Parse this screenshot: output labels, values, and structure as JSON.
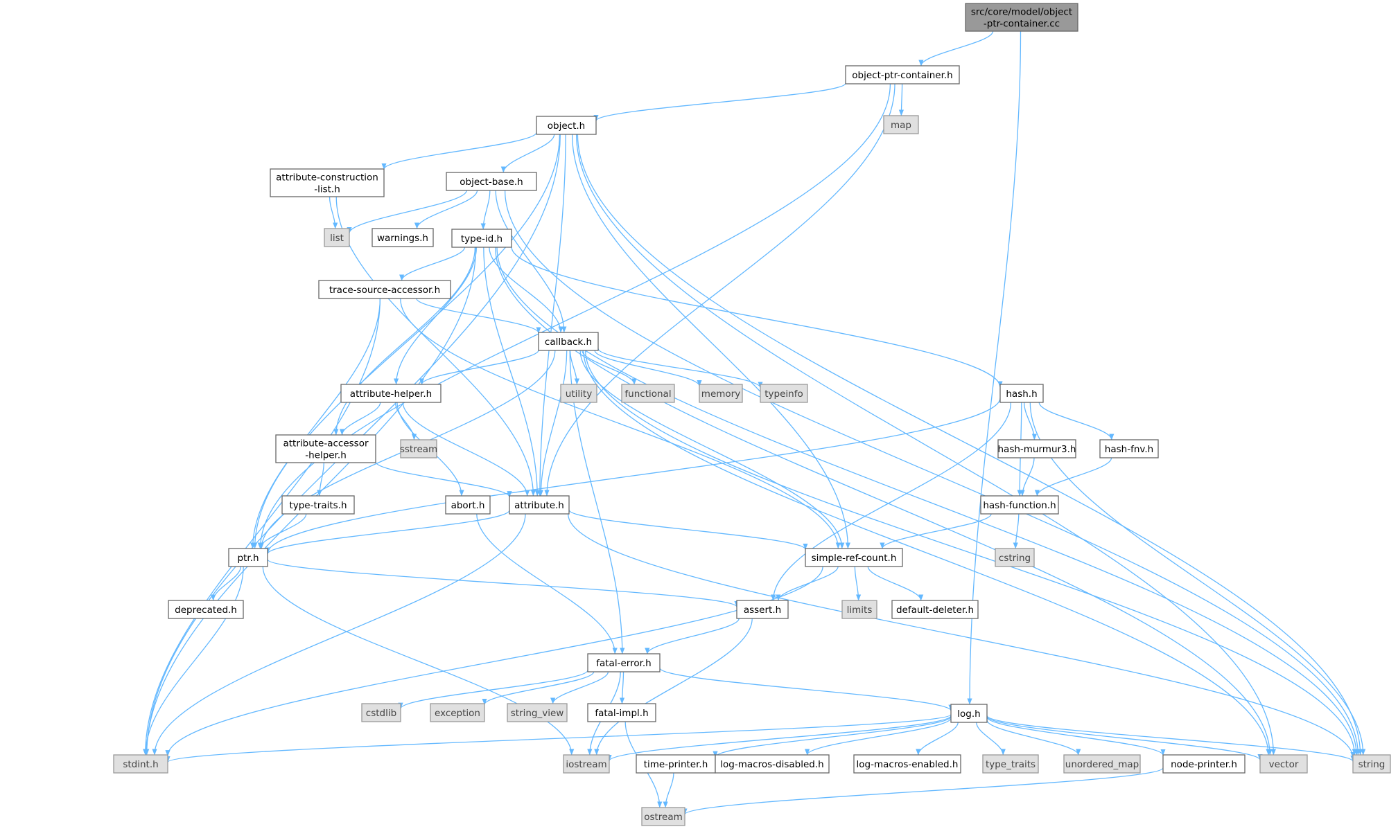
{
  "colors": {
    "edge": "#63b8ff",
    "node_fill": "#ffffff",
    "node_border": "#666666",
    "system_fill": "#e0e0e0",
    "system_border": "#999999",
    "root_fill": "#999999",
    "text": "#000000"
  },
  "nodes": [
    {
      "id": "root",
      "lines": [
        "src/core/model/object",
        "-ptr-container.cc"
      ],
      "kind": "root"
    },
    {
      "id": "opch",
      "lines": [
        "object-ptr-container.h"
      ],
      "kind": "internal"
    },
    {
      "id": "map",
      "lines": [
        "map"
      ],
      "kind": "system"
    },
    {
      "id": "objecth",
      "lines": [
        "object.h"
      ],
      "kind": "internal"
    },
    {
      "id": "acl",
      "lines": [
        "attribute-construction",
        "-list.h"
      ],
      "kind": "internal"
    },
    {
      "id": "objbase",
      "lines": [
        "object-base.h"
      ],
      "kind": "internal"
    },
    {
      "id": "list",
      "lines": [
        "list"
      ],
      "kind": "system"
    },
    {
      "id": "warnings",
      "lines": [
        "warnings.h"
      ],
      "kind": "internal"
    },
    {
      "id": "typeid",
      "lines": [
        "type-id.h"
      ],
      "kind": "internal"
    },
    {
      "id": "tsa",
      "lines": [
        "trace-source-accessor.h"
      ],
      "kind": "internal"
    },
    {
      "id": "callback",
      "lines": [
        "callback.h"
      ],
      "kind": "internal"
    },
    {
      "id": "utility",
      "lines": [
        "utility"
      ],
      "kind": "system"
    },
    {
      "id": "functional",
      "lines": [
        "functional"
      ],
      "kind": "system"
    },
    {
      "id": "memory",
      "lines": [
        "memory"
      ],
      "kind": "system"
    },
    {
      "id": "typeinfo",
      "lines": [
        "typeinfo"
      ],
      "kind": "system"
    },
    {
      "id": "hash",
      "lines": [
        "hash.h"
      ],
      "kind": "internal"
    },
    {
      "id": "ahelper",
      "lines": [
        "attribute-helper.h"
      ],
      "kind": "internal"
    },
    {
      "id": "sstream",
      "lines": [
        "sstream"
      ],
      "kind": "system"
    },
    {
      "id": "aah",
      "lines": [
        "attribute-accessor",
        "-helper.h"
      ],
      "kind": "internal"
    },
    {
      "id": "murmur",
      "lines": [
        "hash-murmur3.h"
      ],
      "kind": "internal"
    },
    {
      "id": "fnv",
      "lines": [
        "hash-fnv.h"
      ],
      "kind": "internal"
    },
    {
      "id": "ttraits",
      "lines": [
        "type-traits.h"
      ],
      "kind": "internal"
    },
    {
      "id": "abort",
      "lines": [
        "abort.h"
      ],
      "kind": "internal"
    },
    {
      "id": "attribute",
      "lines": [
        "attribute.h"
      ],
      "kind": "internal"
    },
    {
      "id": "hashfn",
      "lines": [
        "hash-function.h"
      ],
      "kind": "internal"
    },
    {
      "id": "ptr",
      "lines": [
        "ptr.h"
      ],
      "kind": "internal"
    },
    {
      "id": "src",
      "lines": [
        "simple-ref-count.h"
      ],
      "kind": "internal"
    },
    {
      "id": "cstring",
      "lines": [
        "cstring"
      ],
      "kind": "system"
    },
    {
      "id": "deprecated",
      "lines": [
        "deprecated.h"
      ],
      "kind": "internal"
    },
    {
      "id": "limits",
      "lines": [
        "limits"
      ],
      "kind": "system"
    },
    {
      "id": "deleter",
      "lines": [
        "default-deleter.h"
      ],
      "kind": "internal"
    },
    {
      "id": "assert",
      "lines": [
        "assert.h"
      ],
      "kind": "internal"
    },
    {
      "id": "fatalerr",
      "lines": [
        "fatal-error.h"
      ],
      "kind": "internal"
    },
    {
      "id": "cstdlib",
      "lines": [
        "cstdlib"
      ],
      "kind": "system"
    },
    {
      "id": "exception",
      "lines": [
        "exception"
      ],
      "kind": "system"
    },
    {
      "id": "stringview",
      "lines": [
        "string_view"
      ],
      "kind": "system"
    },
    {
      "id": "fatalimpl",
      "lines": [
        "fatal-impl.h"
      ],
      "kind": "internal"
    },
    {
      "id": "log",
      "lines": [
        "log.h"
      ],
      "kind": "internal"
    },
    {
      "id": "stdint",
      "lines": [
        "stdint.h"
      ],
      "kind": "system"
    },
    {
      "id": "iostream",
      "lines": [
        "iostream"
      ],
      "kind": "system"
    },
    {
      "id": "timeprinter",
      "lines": [
        "time-printer.h"
      ],
      "kind": "internal"
    },
    {
      "id": "lmd",
      "lines": [
        "log-macros-disabled.h"
      ],
      "kind": "internal"
    },
    {
      "id": "lme",
      "lines": [
        "log-macros-enabled.h"
      ],
      "kind": "internal"
    },
    {
      "id": "typetraits",
      "lines": [
        "type_traits"
      ],
      "kind": "system"
    },
    {
      "id": "umap",
      "lines": [
        "unordered_map"
      ],
      "kind": "system"
    },
    {
      "id": "nodeprinter",
      "lines": [
        "node-printer.h"
      ],
      "kind": "internal"
    },
    {
      "id": "vector",
      "lines": [
        "vector"
      ],
      "kind": "system"
    },
    {
      "id": "string",
      "lines": [
        "string"
      ],
      "kind": "system"
    },
    {
      "id": "ostream",
      "lines": [
        "ostream"
      ],
      "kind": "system"
    }
  ],
  "edges": [
    [
      "root",
      "opch"
    ],
    [
      "root",
      "log"
    ],
    [
      "opch",
      "map"
    ],
    [
      "opch",
      "objecth"
    ],
    [
      "opch",
      "ptr"
    ],
    [
      "opch",
      "attribute"
    ],
    [
      "objecth",
      "acl"
    ],
    [
      "objecth",
      "objbase"
    ],
    [
      "objecth",
      "attribute"
    ],
    [
      "objecth",
      "ptr"
    ],
    [
      "objecth",
      "src"
    ],
    [
      "objecth",
      "stdint"
    ],
    [
      "objecth",
      "string"
    ],
    [
      "objecth",
      "vector"
    ],
    [
      "acl",
      "list"
    ],
    [
      "acl",
      "attribute"
    ],
    [
      "objbase",
      "list"
    ],
    [
      "objbase",
      "warnings"
    ],
    [
      "objbase",
      "typeid"
    ],
    [
      "objbase",
      "callback"
    ],
    [
      "objbase",
      "string"
    ],
    [
      "typeid",
      "tsa"
    ],
    [
      "typeid",
      "callback"
    ],
    [
      "typeid",
      "ahelper"
    ],
    [
      "typeid",
      "aah"
    ],
    [
      "typeid",
      "attribute"
    ],
    [
      "typeid",
      "hash"
    ],
    [
      "typeid",
      "stdint"
    ],
    [
      "typeid",
      "string"
    ],
    [
      "typeid",
      "vector"
    ],
    [
      "tsa",
      "callback"
    ],
    [
      "tsa",
      "ptr"
    ],
    [
      "tsa",
      "src"
    ],
    [
      "tsa",
      "stdint"
    ],
    [
      "callback",
      "utility"
    ],
    [
      "callback",
      "functional"
    ],
    [
      "callback",
      "memory"
    ],
    [
      "callback",
      "typeinfo"
    ],
    [
      "callback",
      "ahelper"
    ],
    [
      "callback",
      "attribute"
    ],
    [
      "callback",
      "ptr"
    ],
    [
      "callback",
      "src"
    ],
    [
      "callback",
      "fatalerr"
    ],
    [
      "callback",
      "string"
    ],
    [
      "callback",
      "vector"
    ],
    [
      "ahelper",
      "sstream"
    ],
    [
      "ahelper",
      "aah"
    ],
    [
      "ahelper",
      "abort"
    ],
    [
      "ahelper",
      "attribute"
    ],
    [
      "aah",
      "ttraits"
    ],
    [
      "aah",
      "attribute"
    ],
    [
      "ttraits",
      "ptr"
    ],
    [
      "hash",
      "murmur"
    ],
    [
      "hash",
      "fnv"
    ],
    [
      "hash",
      "hashfn"
    ],
    [
      "hash",
      "assert"
    ],
    [
      "hash",
      "ptr"
    ],
    [
      "hash",
      "string"
    ],
    [
      "murmur",
      "hashfn"
    ],
    [
      "fnv",
      "hashfn"
    ],
    [
      "hashfn",
      "cstring"
    ],
    [
      "hashfn",
      "src"
    ],
    [
      "abort",
      "fatalerr"
    ],
    [
      "attribute",
      "ptr"
    ],
    [
      "attribute",
      "src"
    ],
    [
      "attribute",
      "stdint"
    ],
    [
      "attribute",
      "string"
    ],
    [
      "ptr",
      "deprecated"
    ],
    [
      "ptr",
      "assert"
    ],
    [
      "ptr",
      "stdint"
    ],
    [
      "ptr",
      "iostream"
    ],
    [
      "src",
      "limits"
    ],
    [
      "src",
      "deleter"
    ],
    [
      "src",
      "assert"
    ],
    [
      "src",
      "stdint"
    ],
    [
      "assert",
      "fatalerr"
    ],
    [
      "assert",
      "iostream"
    ],
    [
      "fatalerr",
      "cstdlib"
    ],
    [
      "fatalerr",
      "exception"
    ],
    [
      "fatalerr",
      "stringview"
    ],
    [
      "fatalerr",
      "fatalimpl"
    ],
    [
      "fatalerr",
      "log"
    ],
    [
      "fatalerr",
      "iostream"
    ],
    [
      "fatalimpl",
      "ostream"
    ],
    [
      "log",
      "stdint"
    ],
    [
      "log",
      "iostream"
    ],
    [
      "log",
      "timeprinter"
    ],
    [
      "log",
      "lmd"
    ],
    [
      "log",
      "lme"
    ],
    [
      "log",
      "typetraits"
    ],
    [
      "log",
      "umap"
    ],
    [
      "log",
      "nodeprinter"
    ],
    [
      "log",
      "vector"
    ],
    [
      "log",
      "string"
    ],
    [
      "timeprinter",
      "ostream"
    ],
    [
      "nodeprinter",
      "ostream"
    ]
  ]
}
